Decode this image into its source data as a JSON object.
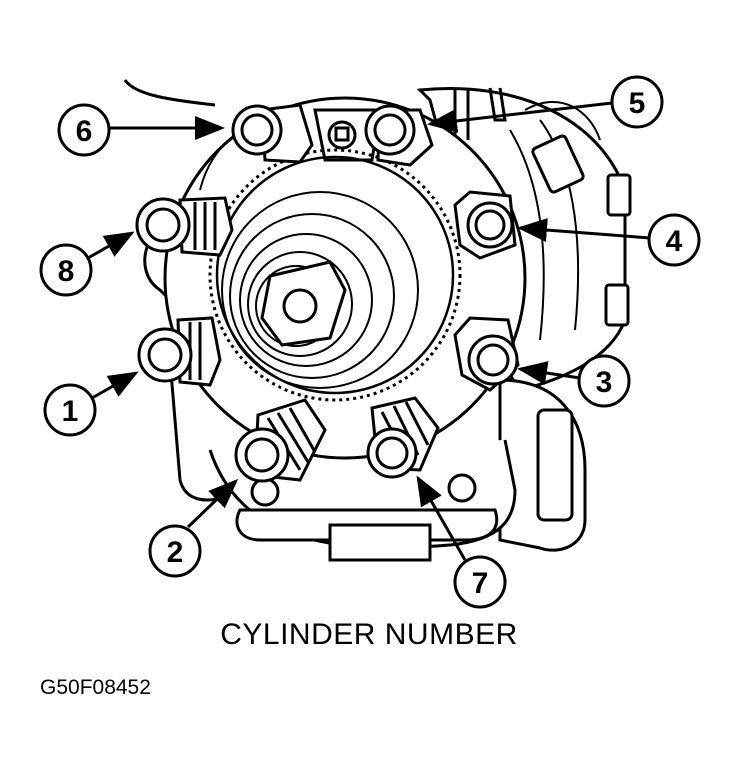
{
  "caption": "CYLINDER NUMBER",
  "figure_id": "G50F08452",
  "callouts": [
    {
      "id": "6",
      "text": "6"
    },
    {
      "id": "5",
      "text": "5"
    },
    {
      "id": "8",
      "text": "8"
    },
    {
      "id": "4",
      "text": "4"
    },
    {
      "id": "1",
      "text": "1"
    },
    {
      "id": "3",
      "text": "3"
    },
    {
      "id": "2",
      "text": "2"
    },
    {
      "id": "7",
      "text": "7"
    }
  ],
  "colors": {
    "ink": "#000000",
    "paper": "#ffffff"
  }
}
